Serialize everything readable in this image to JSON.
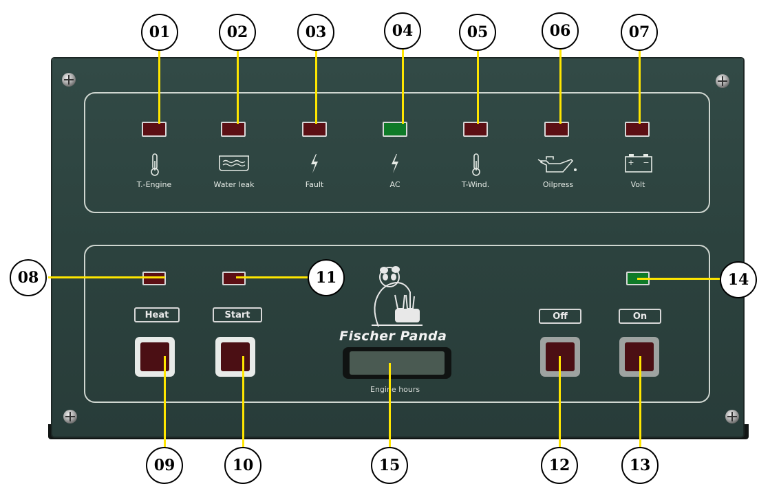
{
  "indicators": [
    {
      "id": "01",
      "label": "T.-Engine",
      "color": "#5c0f14",
      "icon": "thermometer-icon"
    },
    {
      "id": "02",
      "label": "Water leak",
      "color": "#5c0f14",
      "icon": "water-tank-icon"
    },
    {
      "id": "03",
      "label": "Fault",
      "color": "#5c0f14",
      "icon": "lightning-icon"
    },
    {
      "id": "04",
      "label": "AC",
      "color": "#0f7a28",
      "icon": "lightning-icon"
    },
    {
      "id": "05",
      "label": "T-Wind.",
      "color": "#5c0f14",
      "icon": "thermometer-icon"
    },
    {
      "id": "06",
      "label": "Oilpress",
      "color": "#5c0f14",
      "icon": "oil-can-icon"
    },
    {
      "id": "07",
      "label": "Volt",
      "color": "#5c0f14",
      "icon": "battery-icon"
    }
  ],
  "controls": {
    "heat": {
      "led_id": "08",
      "button_id": "09",
      "label": "Heat"
    },
    "start": {
      "led_id": "11",
      "button_id": "10",
      "label": "Start"
    },
    "off": {
      "button_id": "12",
      "label": "Off"
    },
    "on": {
      "led_id": "14",
      "button_id": "13",
      "label": "On"
    },
    "hour_meter": {
      "id": "15",
      "label": "Engine hours"
    }
  },
  "brand": {
    "name": "Fischer Panda",
    "logo_icon": "panda-logo-icon"
  },
  "colors": {
    "led_red": "#5c0f14",
    "led_green": "#0f7a28",
    "callout_line": "#ffe600",
    "panel": "#2f4642"
  }
}
